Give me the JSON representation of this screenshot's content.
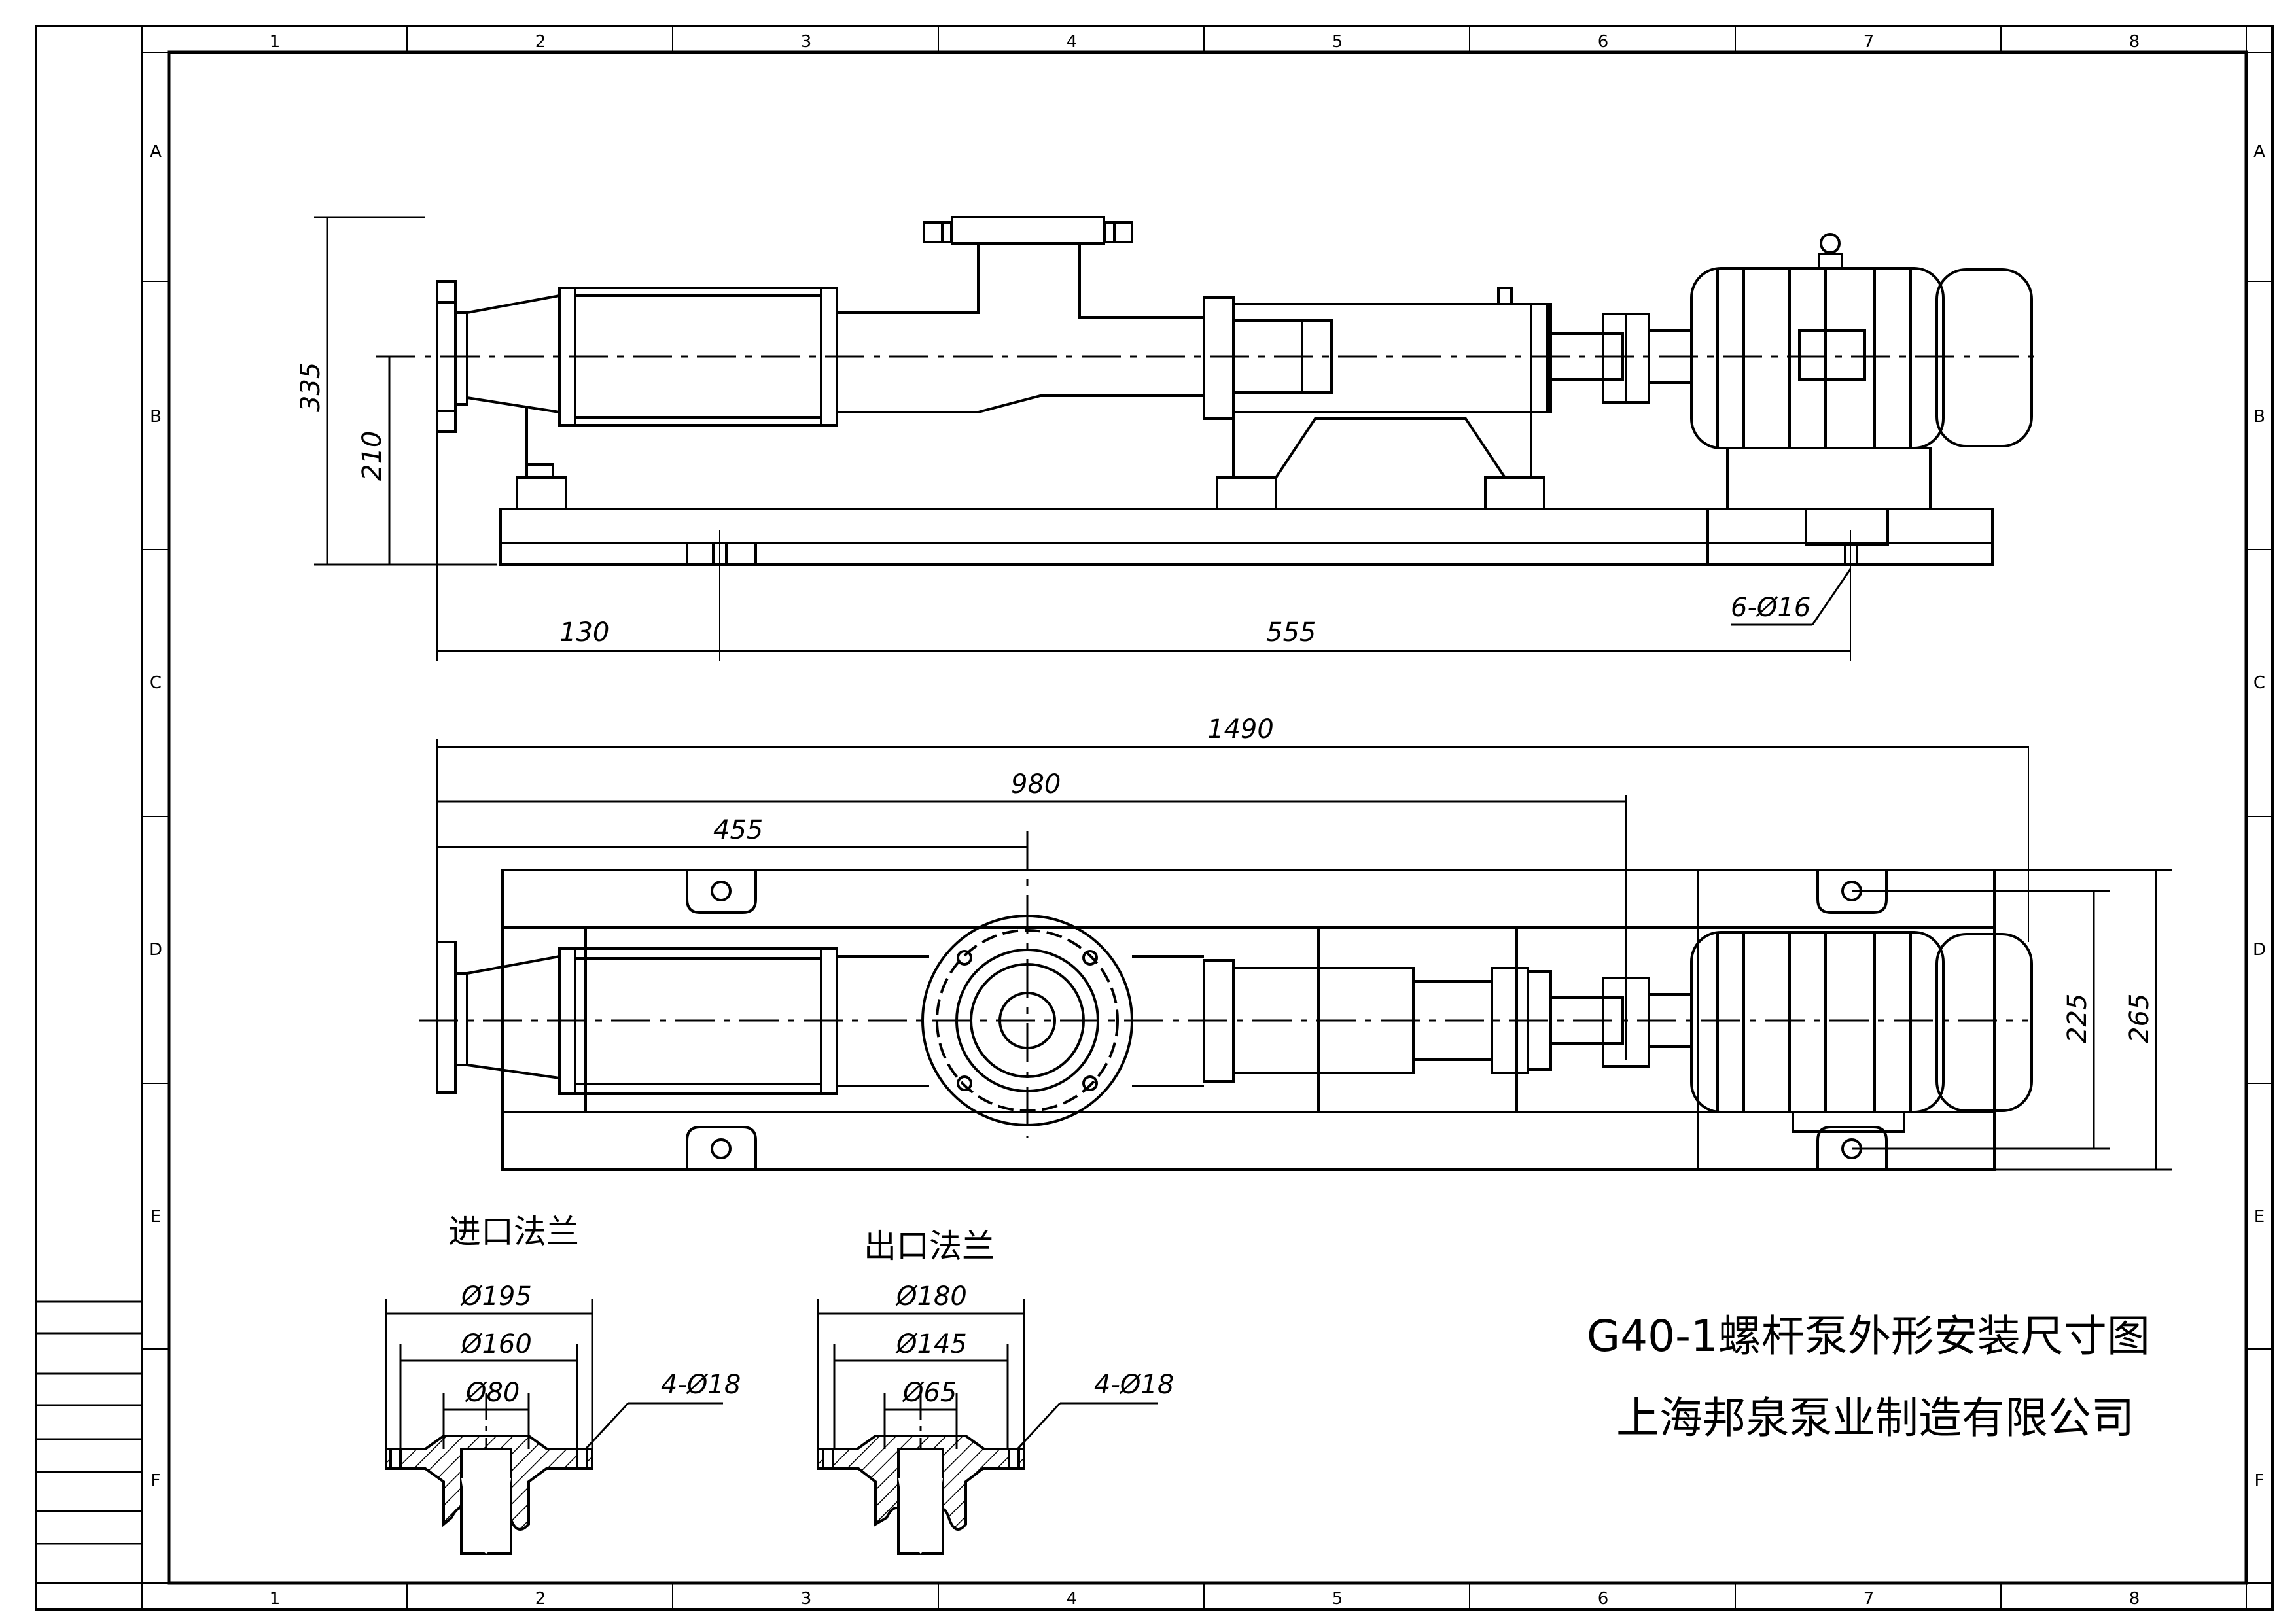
{
  "grid": {
    "columns": [
      "1",
      "2",
      "3",
      "4",
      "5",
      "6",
      "7",
      "8"
    ],
    "rows": [
      "A",
      "B",
      "C",
      "D",
      "E",
      "F"
    ]
  },
  "title": {
    "line1": "G40-1螺杆泵外形安装尺寸图",
    "line2": "上海邦泉泵业制造有限公司"
  },
  "side_view": {
    "dim_height_total": "335",
    "dim_centerline_height": "210",
    "dim_inlet_to_bolt": "130",
    "dim_bolt_spacing": "555",
    "dim_bolt_holes": "6-Ø16"
  },
  "top_view": {
    "dim_overall_length": "1490",
    "dim_to_coupling": "980",
    "dim_to_outlet": "455",
    "dim_bolt_width": "225",
    "dim_base_width": "265"
  },
  "inlet_flange": {
    "label": "进口法兰",
    "outer_dia": "Ø195",
    "bolt_circle": "Ø160",
    "bore": "Ø80",
    "holes": "4-Ø18"
  },
  "outlet_flange": {
    "label": "出口法兰",
    "outer_dia": "Ø180",
    "bolt_circle": "Ø145",
    "bore": "Ø65",
    "holes": "4-Ø18"
  }
}
